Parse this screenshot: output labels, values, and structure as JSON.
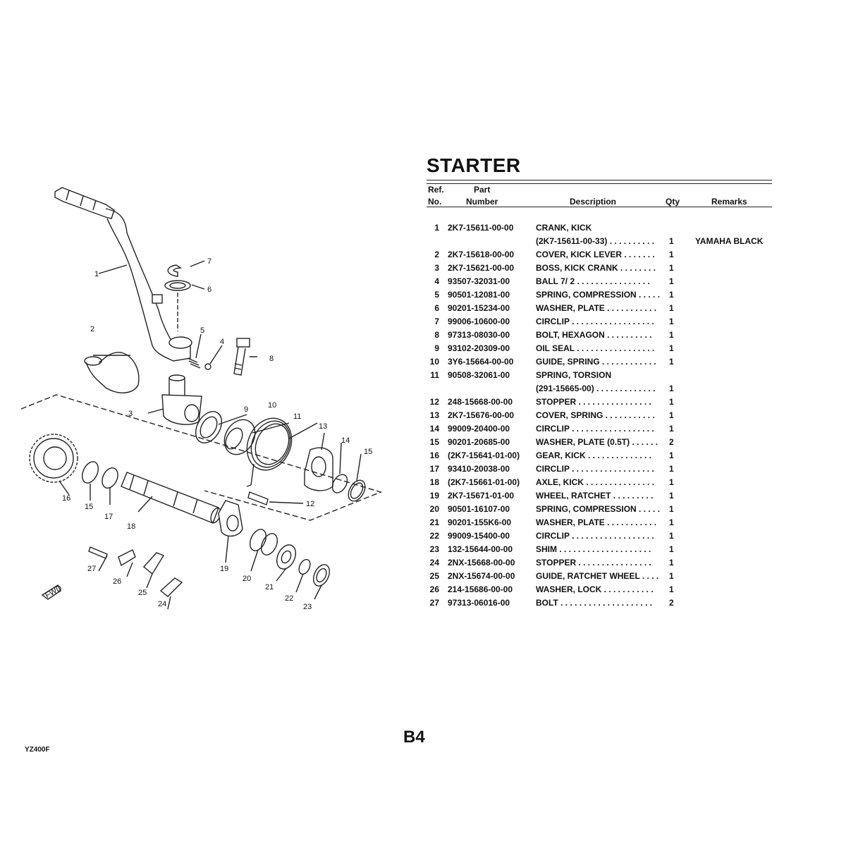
{
  "page": {
    "title": "STARTER",
    "model_code": "YZ400F",
    "page_number": "B4"
  },
  "table": {
    "headers": {
      "ref_line1": "Ref.",
      "ref_line2": "No.",
      "part_line1": "Part",
      "part_line2": "Number",
      "description": "Description",
      "qty": "Qty",
      "remarks": "Remarks"
    },
    "rows": [
      {
        "ref": "1",
        "part": "2K7-15611-00-00",
        "desc": "CRANK, KICK",
        "desc2": "(2K7-15611-00-33) . . . . . . . . . .",
        "qty": "1",
        "remarks": "YAMAHA BLACK"
      },
      {
        "ref": "2",
        "part": "2K7-15618-00-00",
        "desc": "COVER, KICK LEVER  . . . . . . .",
        "qty": "1",
        "remarks": ""
      },
      {
        "ref": "3",
        "part": "2K7-15621-00-00",
        "desc": "BOSS, KICK CRANK  . . . . . . . .",
        "qty": "1",
        "remarks": ""
      },
      {
        "ref": "4",
        "part": "93507-32031-00",
        "desc": "BALL 7/ 2  . . . . . . . . . . . . . . . .",
        "qty": "1",
        "remarks": ""
      },
      {
        "ref": "5",
        "part": "90501-12081-00",
        "desc": "SPRING, COMPRESSION . . . . .",
        "qty": "1",
        "remarks": ""
      },
      {
        "ref": "6",
        "part": "90201-15234-00",
        "desc": "WASHER, PLATE . . . . . . . . . . .",
        "qty": "1",
        "remarks": ""
      },
      {
        "ref": "7",
        "part": "99006-10600-00",
        "desc": "CIRCLIP . . . . . . . . . . . . . . . . . .",
        "qty": "1",
        "remarks": ""
      },
      {
        "ref": "8",
        "part": "97313-08030-00",
        "desc": "BOLT, HEXAGON  . . . . . . . . . .",
        "qty": "1",
        "remarks": ""
      },
      {
        "ref": "9",
        "part": "93102-20309-00",
        "desc": "OIL SEAL . . . . . . . . . . . . . . . . .",
        "qty": "1",
        "remarks": ""
      },
      {
        "ref": "10",
        "part": "3Y6-15664-00-00",
        "desc": "GUIDE, SPRING . . . . . . . . . . . .",
        "qty": "1",
        "remarks": ""
      },
      {
        "ref": "11",
        "part": "90508-32061-00",
        "desc": "SPRING, TORSION",
        "desc2": "(291-15665-00)  . . . . . . . . . . . . .",
        "qty": "1",
        "remarks": ""
      },
      {
        "ref": "12",
        "part": "248-15668-00-00",
        "desc": "STOPPER  . . . . . . . . . . . . . . . .",
        "qty": "1",
        "remarks": ""
      },
      {
        "ref": "13",
        "part": "2K7-15676-00-00",
        "desc": "COVER, SPRING  . . . . . . . . . . .",
        "qty": "1",
        "remarks": ""
      },
      {
        "ref": "14",
        "part": "99009-20400-00",
        "desc": "CIRCLIP . . . . . . . . . . . . . . . . . .",
        "qty": "1",
        "remarks": ""
      },
      {
        "ref": "15",
        "part": "90201-20685-00",
        "desc": "WASHER, PLATE (0.5T) . . . . . .",
        "qty": "2",
        "remarks": ""
      },
      {
        "ref": "16",
        "part": "(2K7-15641-01-00)",
        "desc": "GEAR, KICK  . . . . . . . . . . . . . .",
        "qty": "1",
        "remarks": ""
      },
      {
        "ref": "17",
        "part": "93410-20038-00",
        "desc": "CIRCLIP . . . . . . . . . . . . . . . . . .",
        "qty": "1",
        "remarks": ""
      },
      {
        "ref": "18",
        "part": "(2K7-15661-01-00)",
        "desc": "AXLE, KICK . . . . . . . . . . . . . . .",
        "qty": "1",
        "remarks": ""
      },
      {
        "ref": "19",
        "part": "2K7-15671-01-00",
        "desc": "WHEEL, RATCHET  . . . . . . . . .",
        "qty": "1",
        "remarks": ""
      },
      {
        "ref": "20",
        "part": "90501-16107-00",
        "desc": "SPRING, COMPRESSION . . . . .",
        "qty": "1",
        "remarks": ""
      },
      {
        "ref": "21",
        "part": "90201-155K6-00",
        "desc": "WASHER, PLATE . . . . . . . . . . .",
        "qty": "1",
        "remarks": ""
      },
      {
        "ref": "22",
        "part": "99009-15400-00",
        "desc": "CIRCLIP . . . . . . . . . . . . . . . . . .",
        "qty": "1",
        "remarks": ""
      },
      {
        "ref": "23",
        "part": "132-15644-00-00",
        "desc": "SHIM  . . . . . . . . . . . . . . . . . . . .",
        "qty": "1",
        "remarks": ""
      },
      {
        "ref": "24",
        "part": "2NX-15668-00-00",
        "desc": "STOPPER  . . . . . . . . . . . . . . . .",
        "qty": "1",
        "remarks": ""
      },
      {
        "ref": "25",
        "part": "2NX-15674-00-00",
        "desc": "GUIDE, RATCHET WHEEL . . . .",
        "qty": "1",
        "remarks": ""
      },
      {
        "ref": "26",
        "part": "214-15686-00-00",
        "desc": "WASHER, LOCK  . . . . . . . . . . .",
        "qty": "1",
        "remarks": ""
      },
      {
        "ref": "27",
        "part": "97313-06016-00",
        "desc": "BOLT . . . . . . . . . . . . . . . . . . . .",
        "qty": "2",
        "remarks": ""
      }
    ]
  },
  "diagram": {
    "callouts": [
      "1",
      "2",
      "3",
      "4",
      "5",
      "6",
      "7",
      "8",
      "9",
      "10",
      "11",
      "12",
      "13",
      "14",
      "15",
      "16",
      "15",
      "17",
      "18",
      "19",
      "20",
      "21",
      "22",
      "23",
      "24",
      "25",
      "26",
      "27"
    ],
    "fwd_label": "FWD"
  }
}
